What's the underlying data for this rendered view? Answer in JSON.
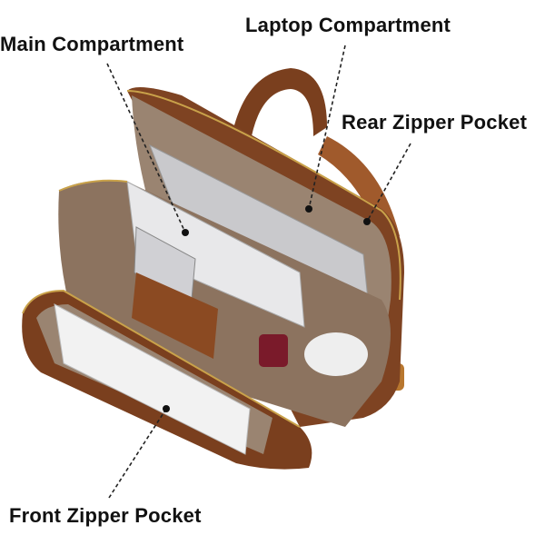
{
  "labels": {
    "main_compartment": "Main Compartment",
    "laptop_compartment": "Laptop Compartment",
    "rear_zipper_pocket": "Rear Zipper Pocket",
    "front_zipper_pocket": "Front Zipper Pocket"
  },
  "colors": {
    "leather": "#8a4a25",
    "leather_dark": "#5e2f16",
    "lining": "#9c8572",
    "zipper": "#c9a24a"
  }
}
